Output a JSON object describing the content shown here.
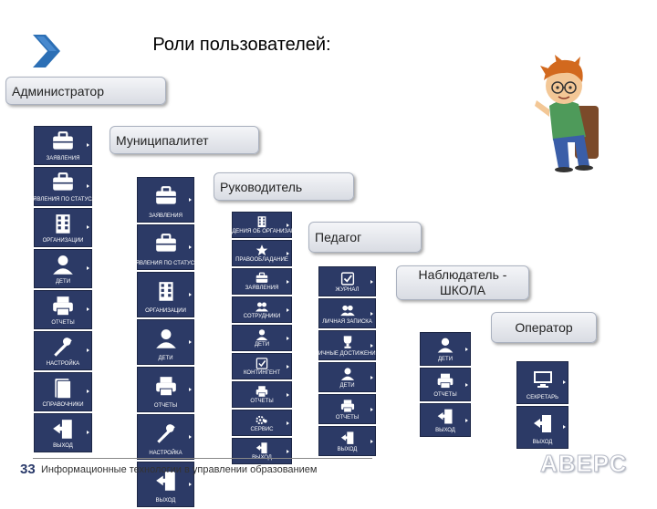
{
  "title": "Роли пользователей:",
  "roles": [
    {
      "label": "Администратор"
    },
    {
      "label": "Муниципалитет"
    },
    {
      "label": "Руководитель"
    },
    {
      "label": "Педагог"
    },
    {
      "label_line1": "Наблюдатель -",
      "label_line2": "ШКОЛА"
    },
    {
      "label": "Оператор"
    }
  ],
  "columns": [
    [
      {
        "icon": "briefcase-icon",
        "label": "ЗАЯВЛЕНИЯ"
      },
      {
        "icon": "briefcase-icon",
        "label": "ЗАЯВЛЕНИЯ ПО СТАТУСАМ"
      },
      {
        "icon": "building-icon",
        "label": "ОРГАНИЗАЦИИ"
      },
      {
        "icon": "person-icon",
        "label": "ДЕТИ"
      },
      {
        "icon": "printer-icon",
        "label": "ОТЧЕТЫ"
      },
      {
        "icon": "tools-icon",
        "label": "НАСТРОЙКА"
      },
      {
        "icon": "book-icon",
        "label": "СПРАВОЧНИКИ"
      },
      {
        "icon": "exit-icon",
        "label": "ВЫХОД"
      }
    ],
    [
      {
        "icon": "briefcase-icon",
        "label": "ЗАЯВЛЕНИЯ"
      },
      {
        "icon": "briefcase-icon",
        "label": "ЗАЯВЛЕНИЯ ПО СТАТУСАМ"
      },
      {
        "icon": "building-icon",
        "label": "ОРГАНИЗАЦИИ"
      },
      {
        "icon": "person-icon",
        "label": "ДЕТИ"
      },
      {
        "icon": "printer-icon",
        "label": "ОТЧЕТЫ"
      },
      {
        "icon": "tools-icon",
        "label": "НАСТРОЙКА"
      },
      {
        "icon": "exit-icon",
        "label": "ВЫХОД"
      }
    ],
    [
      {
        "icon": "building-icon",
        "label": "СВЕДЕНИЯ ОБ ОРГАНИЗАЦИИ"
      },
      {
        "icon": "star-icon",
        "label": "ПРАВООБЛАДАНИЕ"
      },
      {
        "icon": "briefcase-icon",
        "label": "ЗАЯВЛЕНИЯ"
      },
      {
        "icon": "group-icon",
        "label": "СОТРУДНИКИ"
      },
      {
        "icon": "person-icon",
        "label": "ДЕТИ"
      },
      {
        "icon": "checkbox-icon",
        "label": "КОНТИНГЕНТ"
      },
      {
        "icon": "printer-icon",
        "label": "ОТЧЕТЫ"
      },
      {
        "icon": "gears-icon",
        "label": "СЕРВИС"
      },
      {
        "icon": "exit-icon",
        "label": "ВЫХОД"
      }
    ],
    [
      {
        "icon": "checkbox-icon",
        "label": "ЖУРНАЛ"
      },
      {
        "icon": "group-icon",
        "label": "ЛИЧНАЯ ЗАПИСКА"
      },
      {
        "icon": "trophy-icon",
        "label": "ЛИЧНЫЕ ДОСТИЖЕНИЯ"
      },
      {
        "icon": "person-icon",
        "label": "ДЕТИ"
      },
      {
        "icon": "printer-icon",
        "label": "ОТЧЕТЫ"
      },
      {
        "icon": "exit-icon",
        "label": "ВЫХОД"
      }
    ],
    [
      {
        "icon": "person-icon",
        "label": "ДЕТИ"
      },
      {
        "icon": "printer-icon",
        "label": "ОТЧЕТЫ"
      },
      {
        "icon": "exit-icon",
        "label": "ВЫХОД"
      }
    ],
    [
      {
        "icon": "monitor-icon",
        "label": "СЕКРЕТАРЬ"
      },
      {
        "icon": "exit-icon",
        "label": "ВЫХОД"
      }
    ]
  ],
  "footer": {
    "page": "33",
    "text": "Информационные технологии в управлении образованием",
    "logo": "АВЕРС"
  }
}
